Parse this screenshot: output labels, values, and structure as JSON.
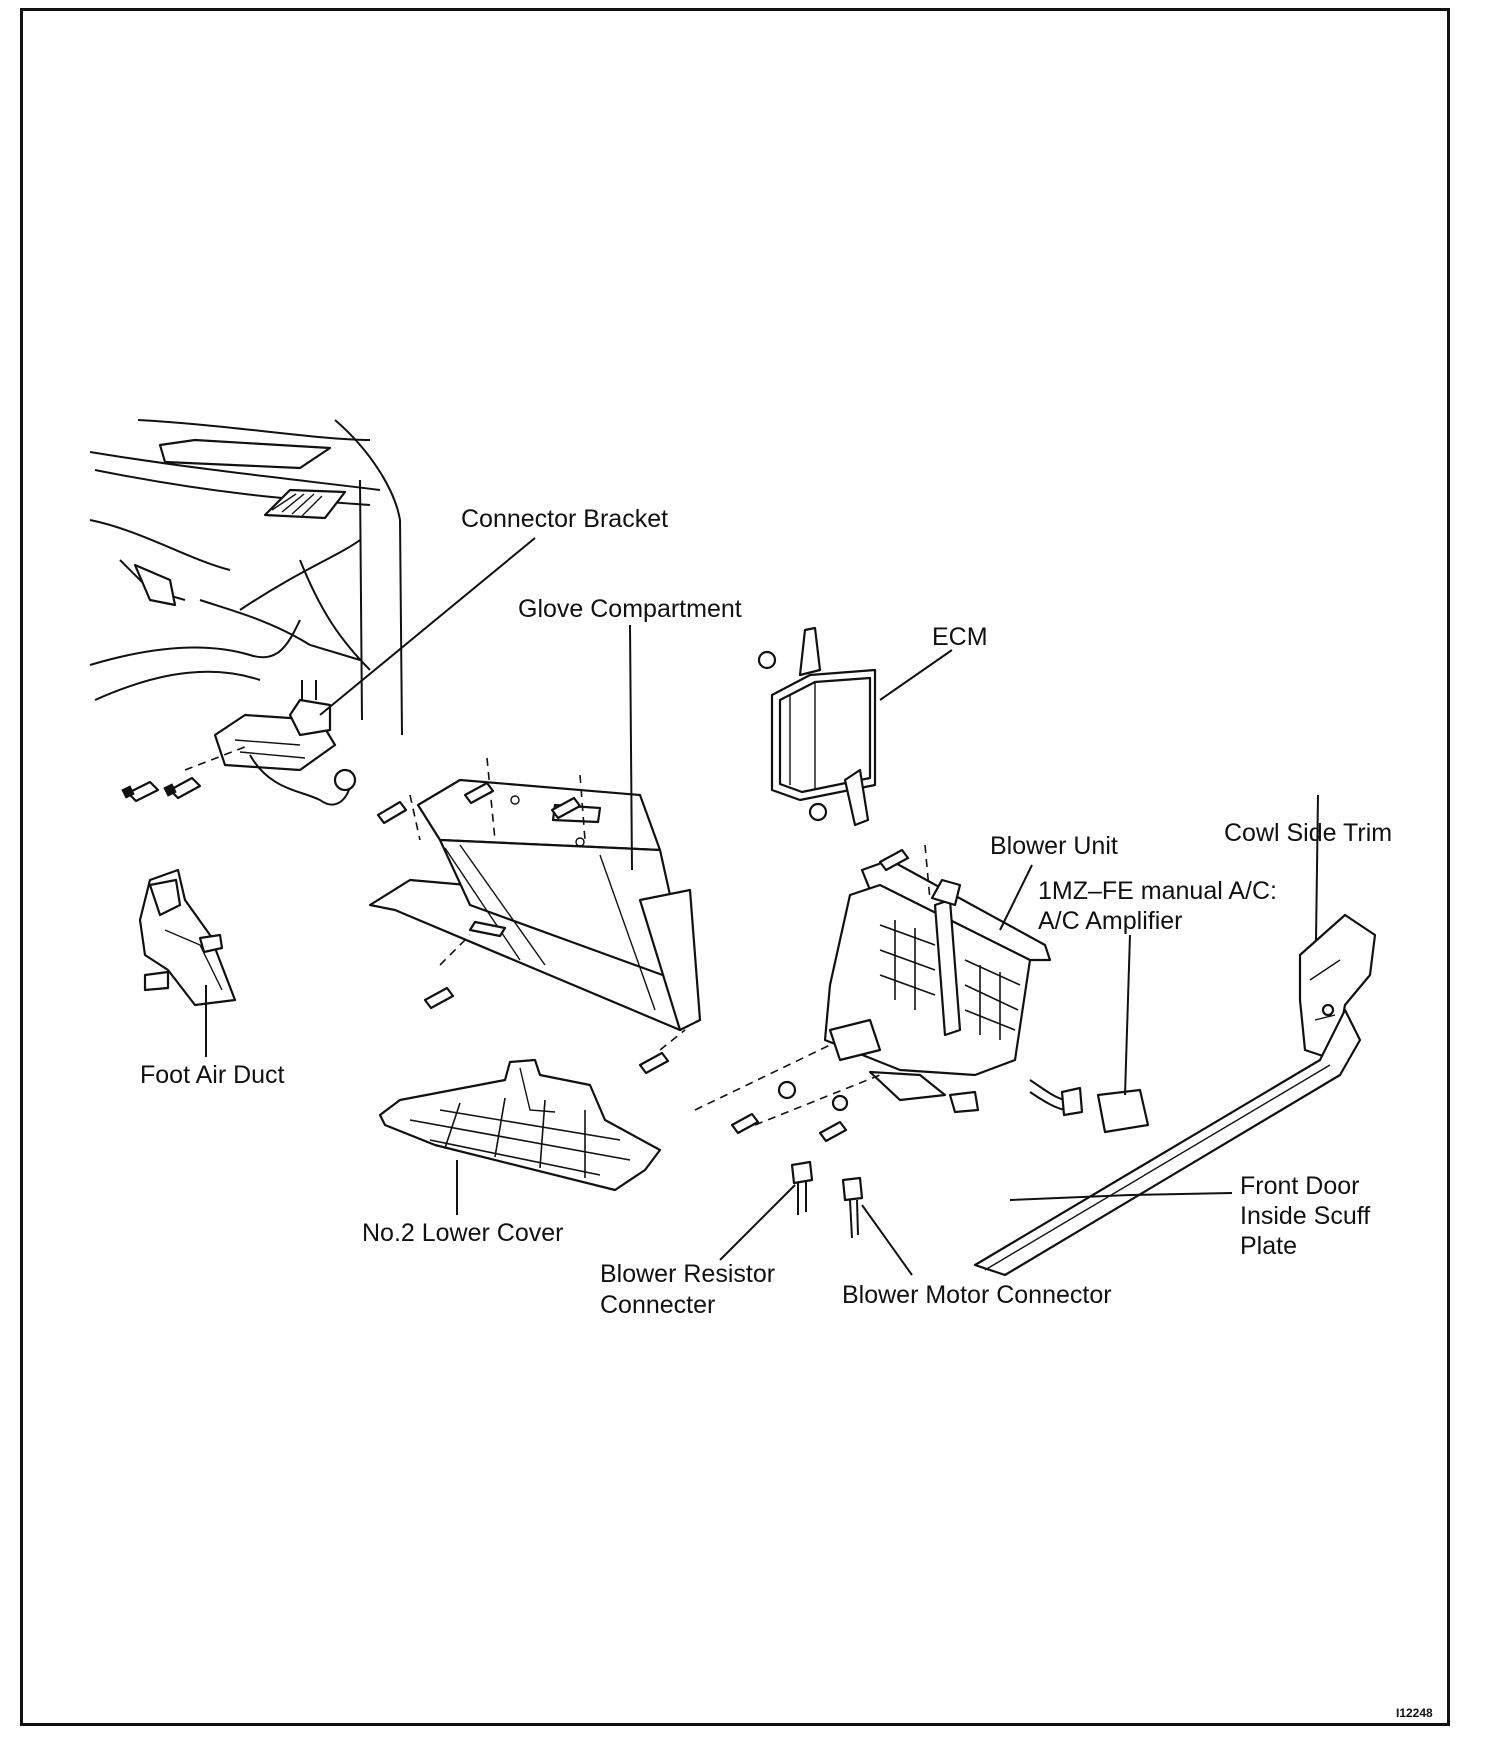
{
  "labels": {
    "connector_bracket": "Connector Bracket",
    "glove_compartment": "Glove Compartment",
    "ecm": "ECM",
    "blower_unit": "Blower Unit",
    "cowl_side_trim": "Cowl Side Trim",
    "ac_amplifier_line1": "1MZ–FE manual A/C:",
    "ac_amplifier_line2": "A/C Amplifier",
    "foot_air_duct": "Foot Air Duct",
    "no2_lower_cover": "No.2 Lower Cover",
    "front_door_line1": "Front Door",
    "front_door_line2": "Inside Scuff",
    "front_door_line3": "Plate",
    "blower_resistor_line1": "Blower Resistor",
    "blower_resistor_line2": "Connecter",
    "blower_motor_connector": "Blower Motor Connector"
  },
  "figure_code": "I12248"
}
